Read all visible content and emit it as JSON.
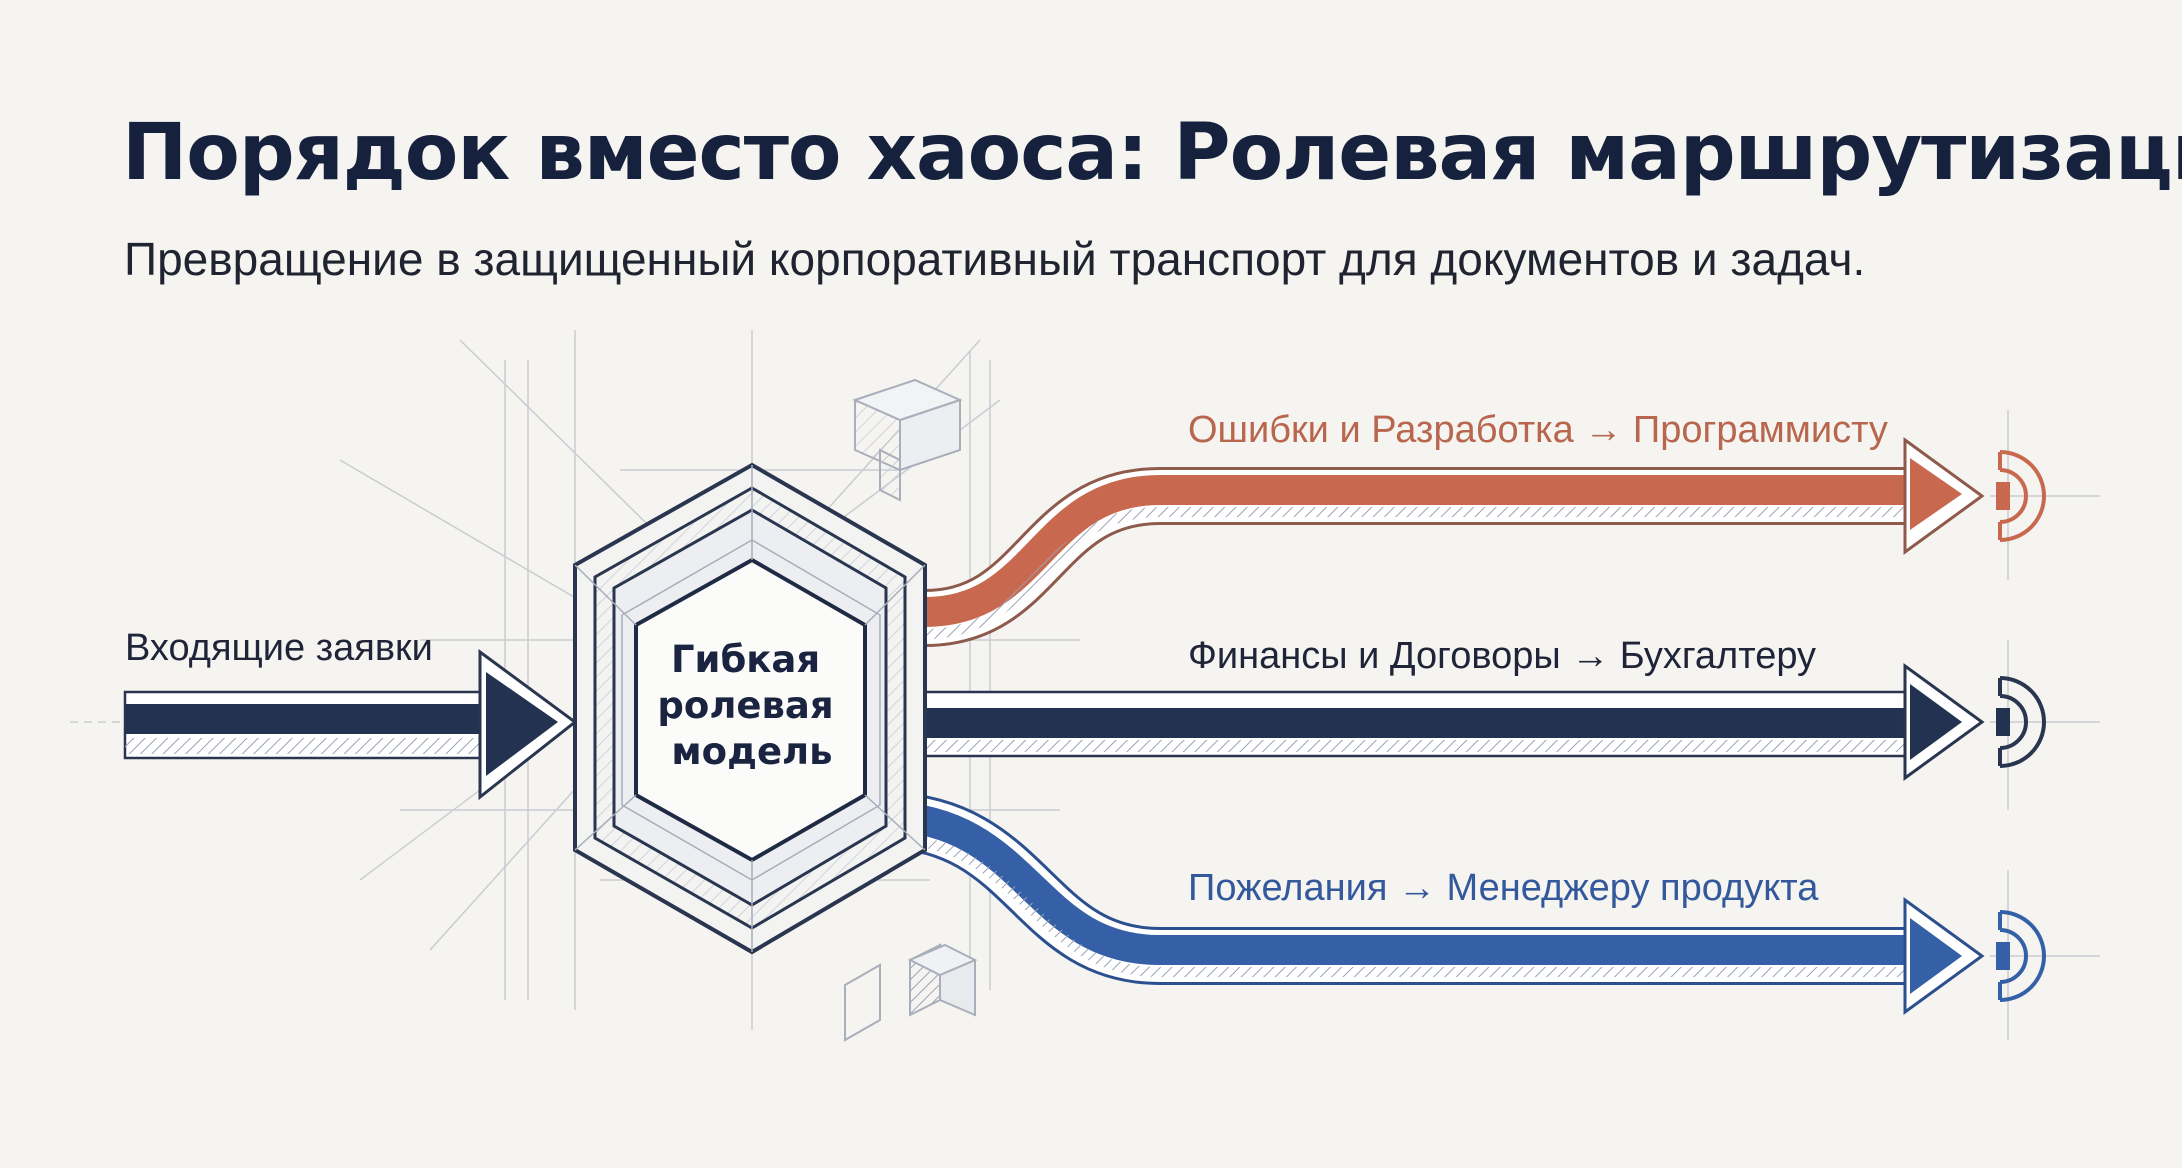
{
  "title": "Порядок вместо хаоса: Ролевая маршрутизация",
  "subtitle": "Превращение в защищенный корпоративный транспорт для документов и задач.",
  "input": {
    "label": "Входящие заявки",
    "color": "#233250"
  },
  "hub": {
    "label_lines": [
      "Гибкая",
      "ролевая",
      "модель"
    ]
  },
  "routes": [
    {
      "label": "Ошибки и Разработка → Программисту",
      "color": "#c8694f",
      "label_color": "#b8664e",
      "icon": "target-icon"
    },
    {
      "label": "Финансы и Договоры → Бухгалтеру",
      "color": "#233250",
      "label_color": "#1f2438",
      "icon": "target-icon"
    },
    {
      "label": "Пожелания → Менеджеру продукта",
      "color": "#3560a8",
      "label_color": "#33589c",
      "icon": "target-icon"
    }
  ]
}
